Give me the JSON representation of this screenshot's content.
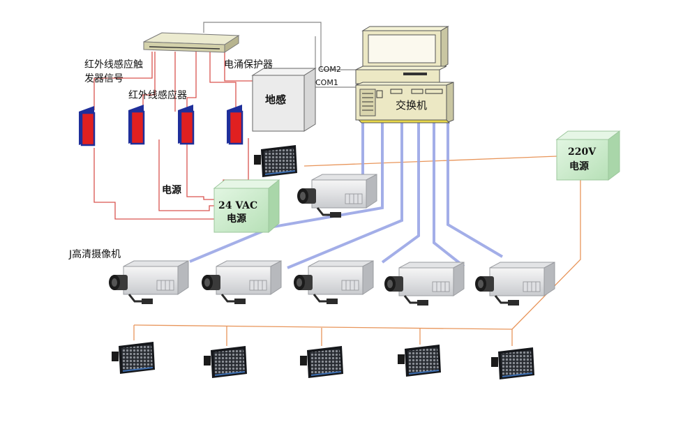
{
  "labels": {
    "ir_trigger_line1": "红外线感应触",
    "ir_trigger_line2": "发器信号",
    "ir_sensor": "红外线感应器",
    "surge_protector": "电涌保护器",
    "ground_sensor": "地感",
    "com2": "COM2",
    "com1": "COM1",
    "switch": "交换机",
    "power_left": "电源",
    "vac_line1": "24 VAC",
    "vac_line2": "电源",
    "v220_line1": "220V",
    "v220_line2": "电源",
    "hd_camera": "J高清摄像机"
  },
  "colors": {
    "red_wire": "#d9534f",
    "blue_wire": "#9aa6e6",
    "orange_wire": "#e8955a",
    "green_box": "#c9ecc9",
    "sensor_red": "#e02020",
    "sensor_blue": "#1f2f9a",
    "monitor_body": "#ece8c4"
  }
}
